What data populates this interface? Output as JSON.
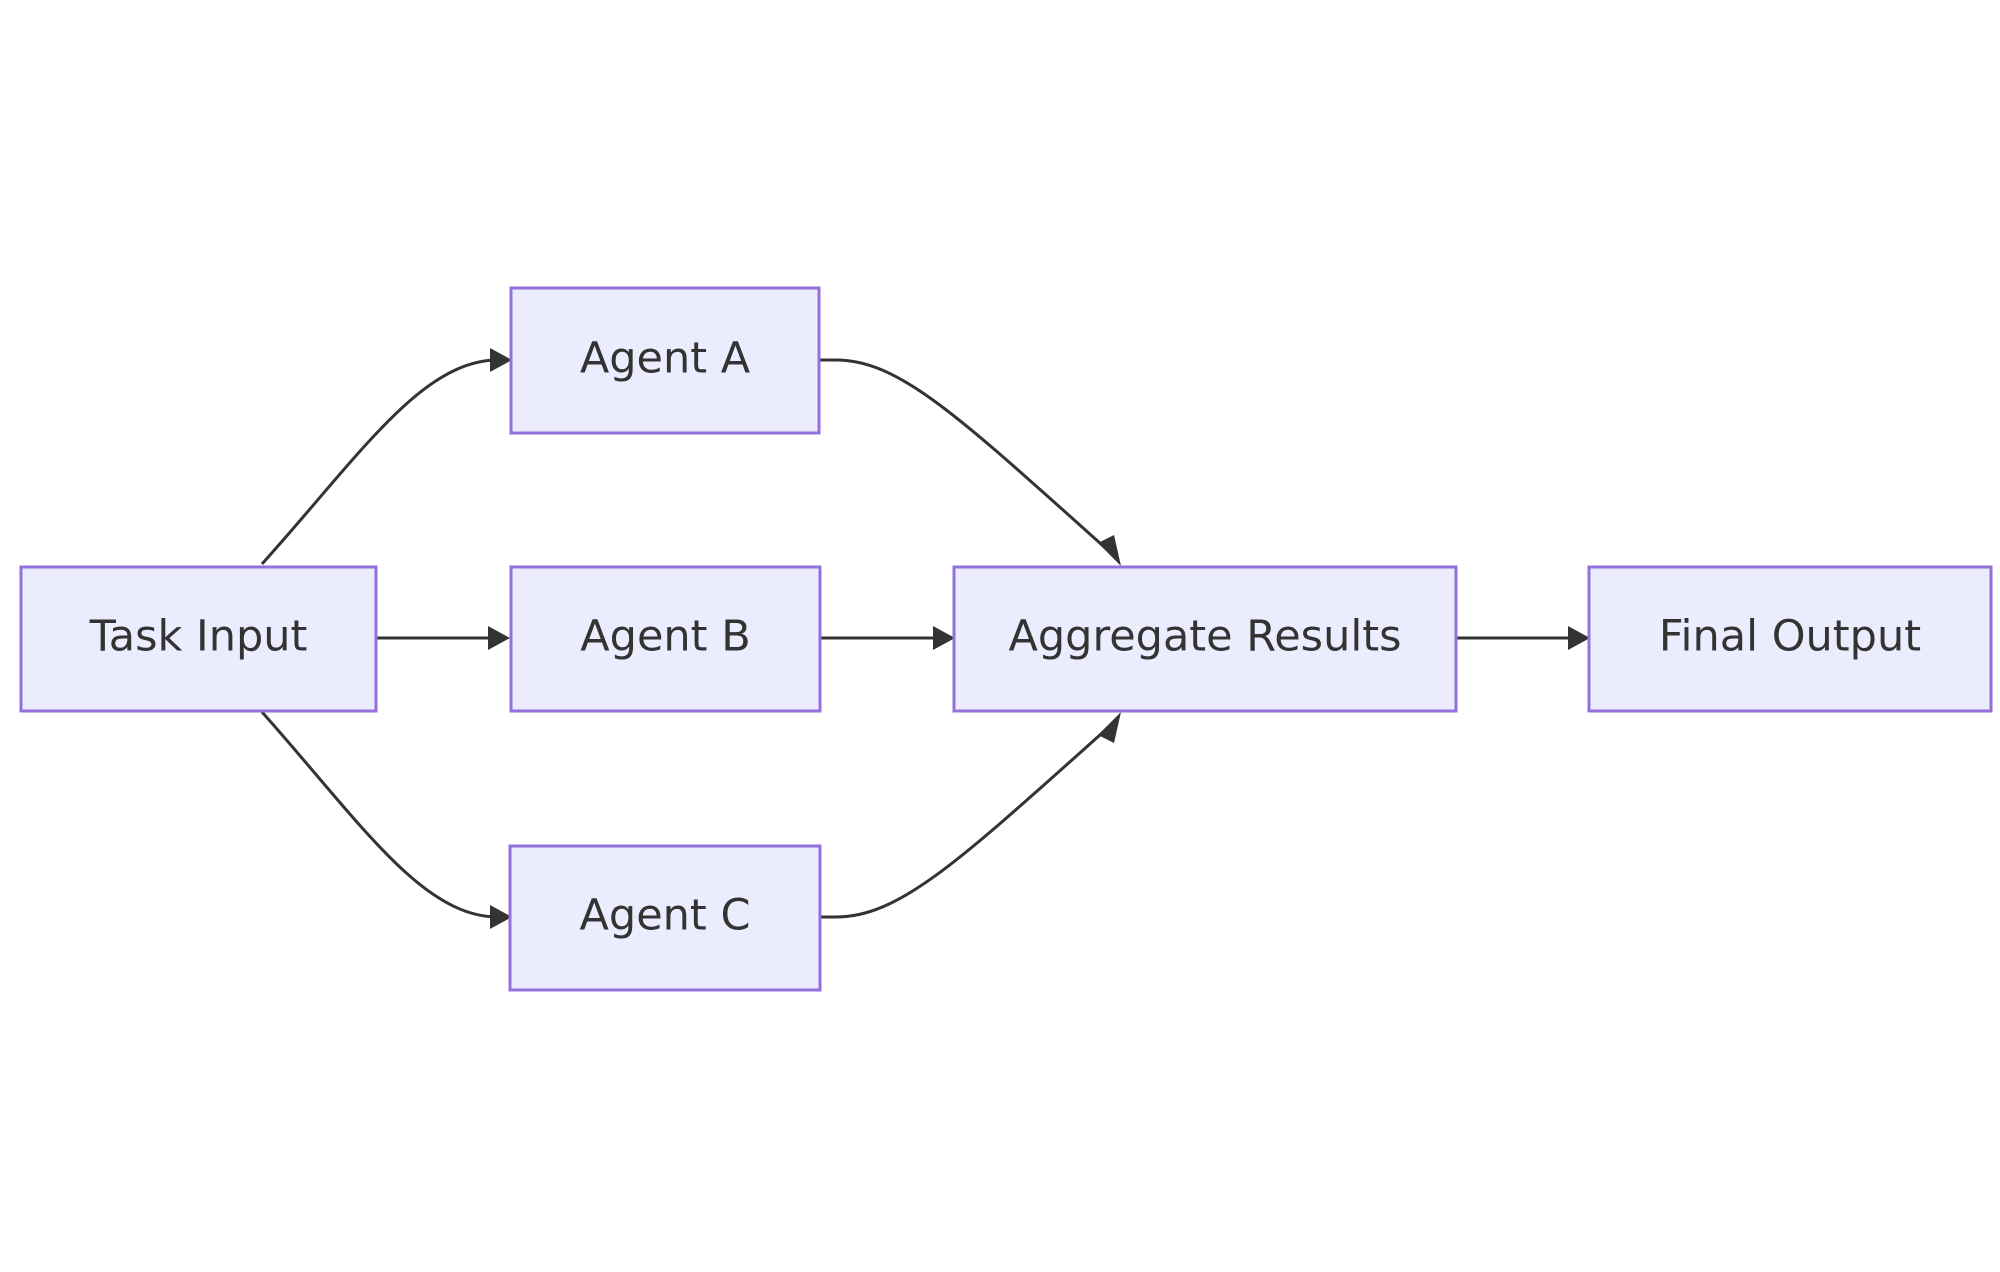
{
  "diagram": {
    "nodes": {
      "task_input": {
        "label": "Task Input"
      },
      "agent_a": {
        "label": "Agent A"
      },
      "agent_b": {
        "label": "Agent B"
      },
      "agent_c": {
        "label": "Agent C"
      },
      "aggregate": {
        "label": "Aggregate Results"
      },
      "final_output": {
        "label": "Final Output"
      }
    },
    "edges": [
      {
        "from": "Task Input",
        "to": "Agent A"
      },
      {
        "from": "Task Input",
        "to": "Agent B"
      },
      {
        "from": "Task Input",
        "to": "Agent C"
      },
      {
        "from": "Agent A",
        "to": "Aggregate Results"
      },
      {
        "from": "Agent B",
        "to": "Aggregate Results"
      },
      {
        "from": "Agent C",
        "to": "Aggregate Results"
      },
      {
        "from": "Aggregate Results",
        "to": "Final Output"
      }
    ],
    "colors": {
      "node_fill": "#ECECFF",
      "node_border": "#9370DB",
      "edge": "#333333",
      "text": "#333333"
    }
  }
}
